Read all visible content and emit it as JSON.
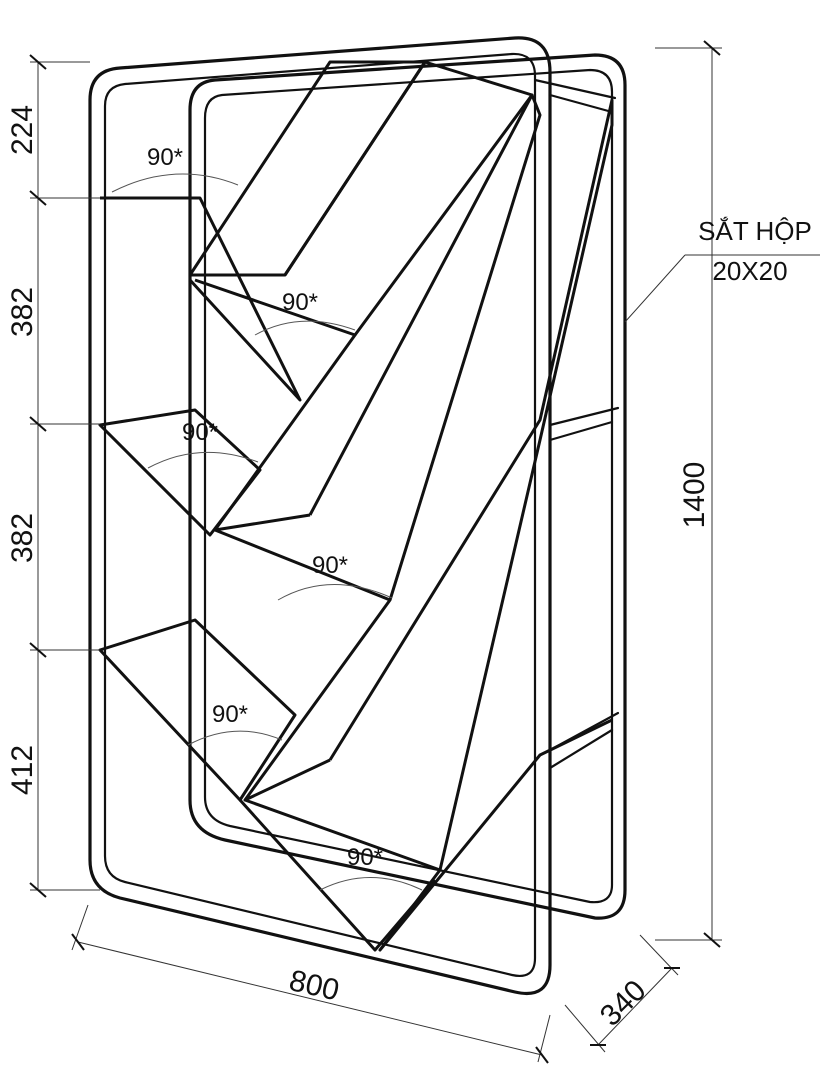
{
  "material_note": {
    "line1": "SẮT HỘP",
    "line2": "20X20"
  },
  "dimensions": {
    "heights": [
      "224",
      "382",
      "382",
      "412"
    ],
    "total_height": "1400",
    "width": "800",
    "depth": "340"
  },
  "angle_label": "90*"
}
